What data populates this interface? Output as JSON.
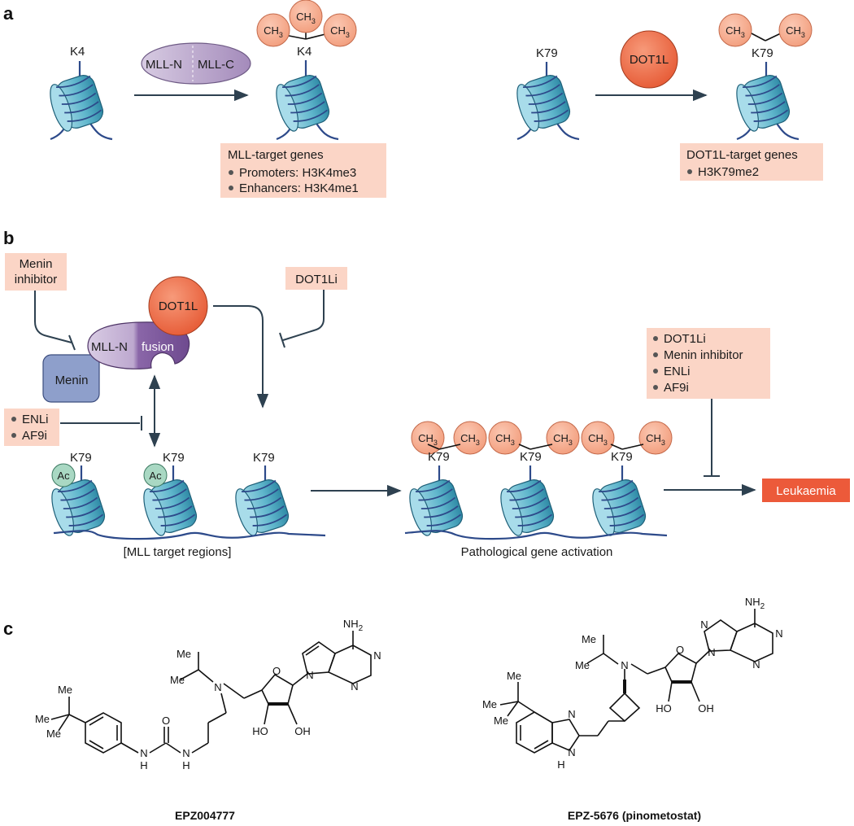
{
  "panels": {
    "a": "a",
    "b": "b",
    "c": "c"
  },
  "panel_a": {
    "k4": "K4",
    "mll_n": "MLL-N",
    "mll_c": "MLL-C",
    "k79": "K79",
    "dot1l": "DOT1L",
    "ch3": "CH",
    "ch3_sub": "3",
    "mll_box": {
      "title": "MLL-target genes",
      "items": [
        "Promoters: H3K4me3",
        "Enhancers: H3K4me1"
      ]
    },
    "dot1l_box": {
      "title": "DOT1L-target genes",
      "items": [
        "H3K79me2"
      ]
    }
  },
  "panel_b": {
    "menin_inhibitor": [
      "Menin",
      "inhibitor"
    ],
    "dot1li": "DOT1Li",
    "dot1l": "DOT1L",
    "mll_n": "MLL-N",
    "fusion": "fusion",
    "menin": "Menin",
    "enl_box": [
      "ENLi",
      "AF9i"
    ],
    "inhib_box": [
      "DOT1Li",
      "Menin inhibitor",
      "ENLi",
      "AF9i"
    ],
    "k79": "K79",
    "ac": "Ac",
    "mll_target": "[MLL target regions]",
    "pathological": "Pathological gene activation",
    "leukaemia": "Leukaemia"
  },
  "panel_c": {
    "compound1": "EPZ004777",
    "compound2": "EPZ-5676 (pinometostat)",
    "atoms": {
      "N": "N",
      "NH2": "NH",
      "sub2": "2",
      "O": "O",
      "H": "H",
      "HO": "HO",
      "OH": "OH",
      "Me": "Me"
    }
  },
  "colors": {
    "nucleosome": "#5fb6cc",
    "salmon_box": "#fbd5c6",
    "ch3_fill": "#f7b195",
    "dot1l_fill": "#ef6a45",
    "mll_purple": "#b8a3c9",
    "menin_blue": "#8e9fcb",
    "ac_green": "#a9d8c3",
    "leukaemia": "#ec5a3a",
    "arrow": "#2e4150"
  }
}
